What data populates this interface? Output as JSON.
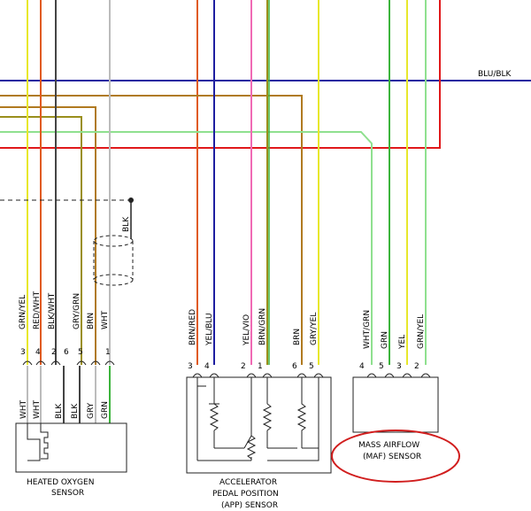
{
  "bus_label": "BLU/BLK",
  "blk_shield_label": "BLK",
  "colors": {
    "red": "#e0191b",
    "blue": "#1e1ea0",
    "brown": "#b07a20",
    "olive": "#9a8f1c",
    "green": "#3cb43c",
    "lightgreen": "#8fe08f",
    "yellow": "#e8e82c",
    "orange": "#e05a1e",
    "pink": "#f06ab4",
    "gray": "#bcbcbc",
    "black": "#222222",
    "ellipse": "#d11e1e"
  },
  "ho2s": {
    "caption_line1": "HEATED OXYGEN",
    "caption_line2": "SENSOR",
    "top_labels": [
      "GRN/YEL",
      "RED/WHT",
      "BLK/WHT",
      "GRY/GRN",
      "BRN",
      "WHT"
    ],
    "pins": [
      "3",
      "4",
      "2",
      "6",
      "5",
      "1"
    ],
    "bottom_labels": [
      "WHT",
      "WHT",
      "BLK",
      "BLK",
      "GRY",
      "GRN"
    ]
  },
  "app": {
    "caption_line1": "ACCELERATOR",
    "caption_line2": "PEDAL POSITION",
    "caption_line3": "(APP) SENSOR",
    "top_labels": [
      "BRN/RED",
      "YEL/BLU",
      "YEL/VIO",
      "BRN/GRN",
      "BRN",
      "GRY/YEL"
    ],
    "pins": [
      "3",
      "4",
      "2",
      "1",
      "6",
      "5"
    ]
  },
  "maf": {
    "caption_line1": "MASS AIRFLOW",
    "caption_line2": "(MAF) SENSOR",
    "top_labels": [
      "WHT/GRN",
      "GRN",
      "YEL",
      "GRN/YEL"
    ],
    "pins": [
      "4",
      "5",
      "3",
      "2"
    ]
  }
}
